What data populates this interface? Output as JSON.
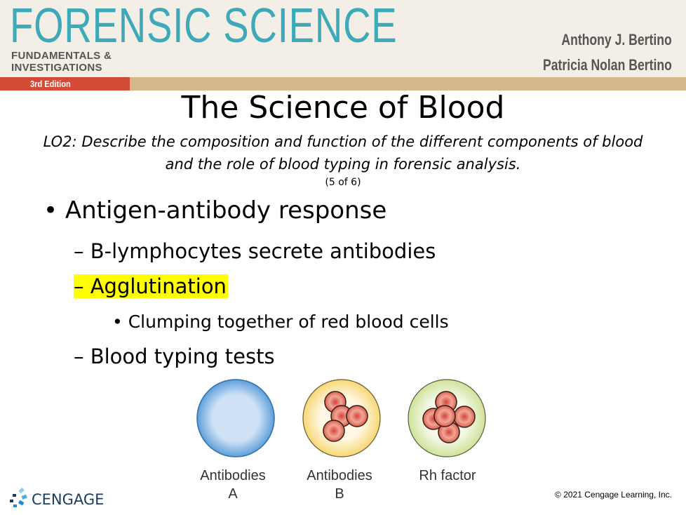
{
  "header": {
    "brand": "FORENSIC SCIENCE",
    "subtitle_line1": "FUNDAMENTALS &",
    "subtitle_line2": "INVESTIGATIONS",
    "edition": "3rd Edition",
    "author1": "Anthony J. Bertino",
    "author2": "Patricia Nolan Bertino"
  },
  "slide": {
    "title": "The Science of Blood",
    "objective": "LO2: Describe the composition and function of the different components of blood and the role of blood typing in forensic analysis.",
    "page": "(5 of 6)",
    "bullets": [
      {
        "marker": "•",
        "text": "Antigen-antibody response"
      },
      {
        "marker": "–",
        "text": "B-lymphocytes secrete antibodies"
      },
      {
        "marker": "–",
        "text": "Agglutination",
        "highlight": "#ffff00"
      },
      {
        "marker": "•",
        "text": "Clumping together of red blood cells"
      },
      {
        "marker": "–",
        "text": "Blood typing tests"
      }
    ]
  },
  "figure": {
    "labels": [
      {
        "line1": "Antibodies",
        "line2": "A"
      },
      {
        "line1": "Antibodies",
        "line2": "B"
      },
      {
        "line1": "Rh factor",
        "line2": ""
      }
    ]
  },
  "footer": {
    "logo": "CENGAGE",
    "copyright": "© 2021 Cengage Learning, Inc."
  }
}
